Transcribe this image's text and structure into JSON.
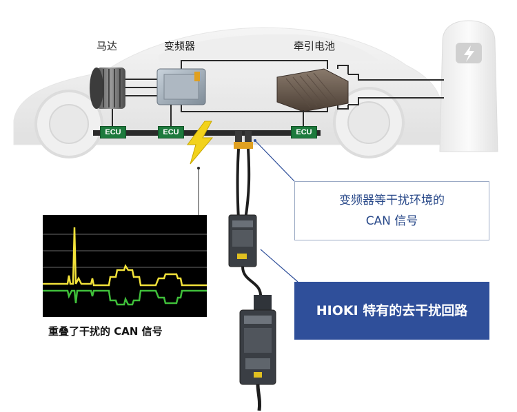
{
  "labels": {
    "motor": "马达",
    "inverter": "变频器",
    "battery": "牵引电池"
  },
  "ecu_label": "ECU",
  "callouts": {
    "interference_line1": "变频器等干扰环境的",
    "interference_line2": "CAN 信号",
    "hioki": "HIOKI 特有的去干扰回路",
    "overlaid": "重叠了干扰的 CAN 信号"
  },
  "colors": {
    "bus": "#2a2a2a",
    "ecu": "#1d7a3d",
    "lightning": "#f2d21b",
    "note_text": "#2a4a8a",
    "hioki_box": "#2f4f9a",
    "trace_yellow": "#f2e23a",
    "trace_green": "#3fbf3a"
  },
  "icons": {
    "charger": "lightning-bolt-icon",
    "noise": "lightning-icon"
  }
}
